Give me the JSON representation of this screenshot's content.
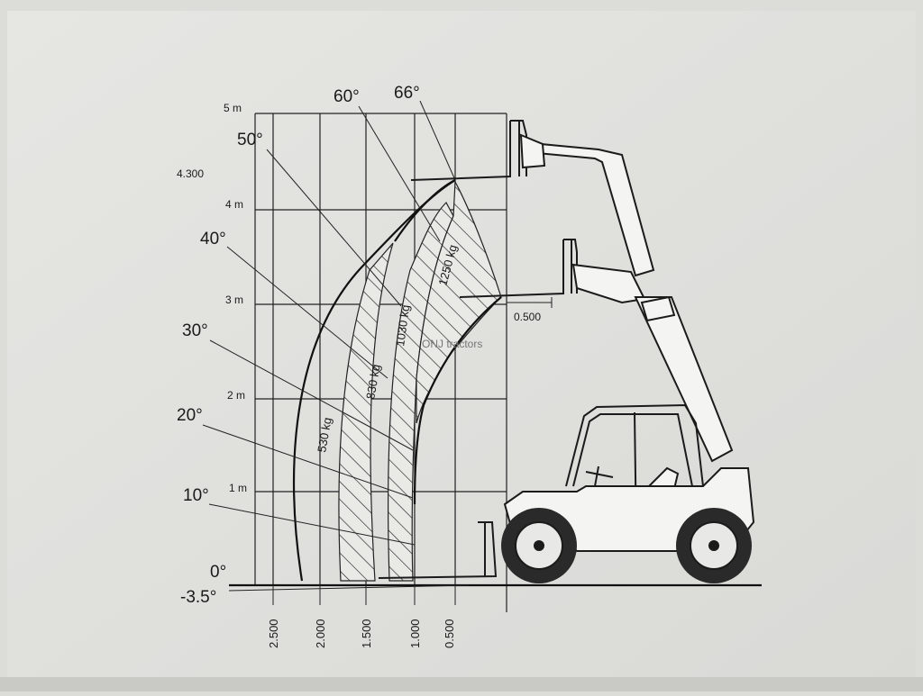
{
  "diagram": {
    "height_labels": [
      {
        "key": "h5",
        "text": "5 m"
      },
      {
        "key": "h4",
        "text": "4 m"
      },
      {
        "key": "h3",
        "text": "3 m"
      },
      {
        "key": "h2",
        "text": "2 m"
      },
      {
        "key": "h1",
        "text": "1 m"
      }
    ],
    "max_height_label": "4.300",
    "angle_labels": [
      "60°",
      "66°",
      "50°",
      "40°",
      "30°",
      "20°",
      "10°",
      "0°",
      "-3.5°"
    ],
    "reach_labels": [
      "2.500",
      "2.000",
      "1.500",
      "1.000",
      "0.500"
    ],
    "load_zones": [
      "530 kg",
      "830 kg",
      "1030 kg",
      "1250 kg"
    ],
    "fork_offset_label": "0.500",
    "watermark": "ONJ tractors"
  }
}
